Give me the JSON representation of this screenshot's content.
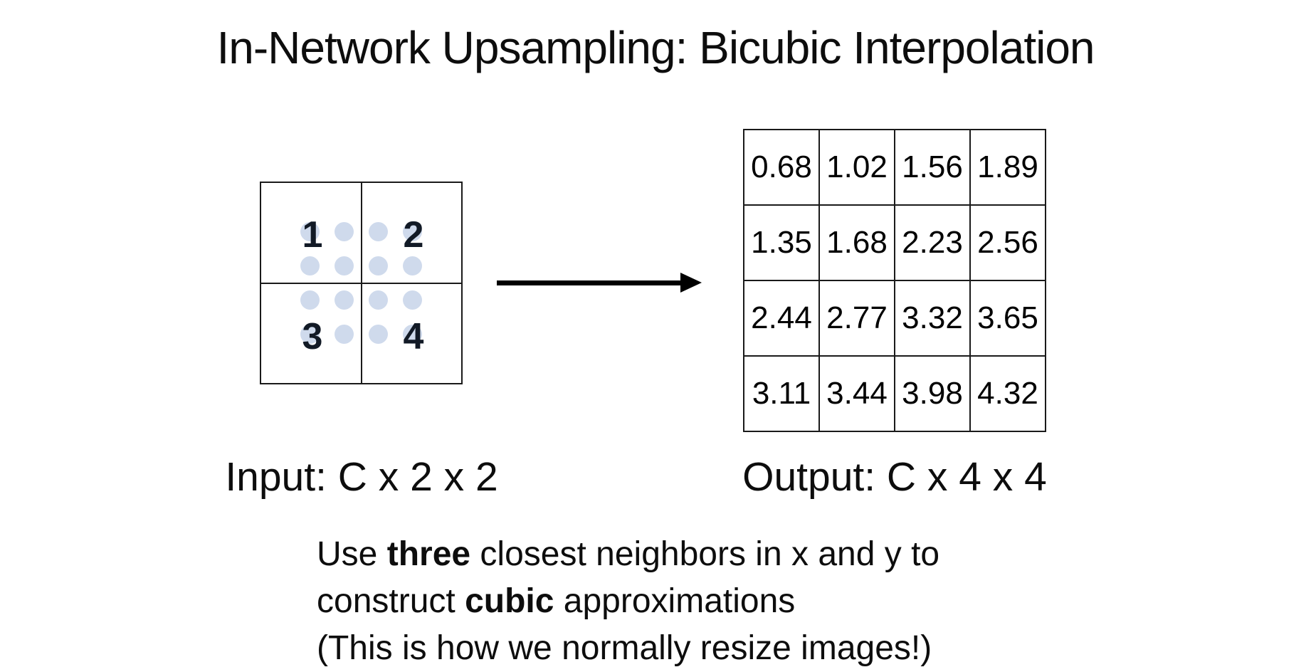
{
  "title": "In-Network Upsampling: Bicubic Interpolation",
  "input": {
    "label": "Input: C x 2 x 2",
    "values": [
      "1",
      "2",
      "3",
      "4"
    ]
  },
  "output": {
    "label": "Output: C x 4 x 4",
    "grid": [
      [
        "0.68",
        "1.02",
        "1.56",
        "1.89"
      ],
      [
        "1.35",
        "1.68",
        "2.23",
        "2.56"
      ],
      [
        "2.44",
        "2.77",
        "3.32",
        "3.65"
      ],
      [
        "3.11",
        "3.44",
        "3.98",
        "4.32"
      ]
    ]
  },
  "caption": {
    "line1": {
      "pre": "Use ",
      "bold": "three",
      "post": " closest neighbors in x and y to"
    },
    "line2": {
      "pre": "construct ",
      "bold": "cubic",
      "post": " approximations"
    },
    "line3": "(This is how we normally resize images!)"
  },
  "colors": {
    "ink": "#0d0d0d",
    "line": "#1a1a1a",
    "dot": "#cfdaec",
    "input_number": "#121a26"
  }
}
